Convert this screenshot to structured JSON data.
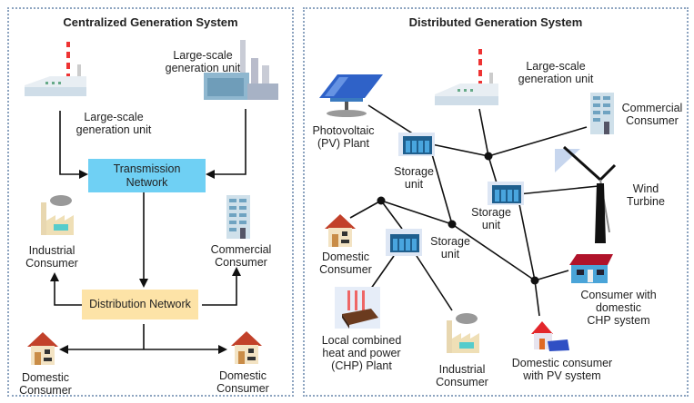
{
  "left": {
    "title": "Centralized Generation System",
    "gen_unit_1": [
      "Large-scale",
      "generation unit"
    ],
    "gen_unit_2": [
      "Large-scale",
      "generation unit"
    ],
    "transmission": [
      "Transmission",
      "Network"
    ],
    "distribution": "Distribution Network",
    "industrial": [
      "Industrial",
      "Consumer"
    ],
    "commercial": [
      "Commercial",
      "Consumer"
    ],
    "domestic_1": [
      "Domestic",
      "Consumer"
    ],
    "domestic_2": [
      "Domestic",
      "Consumer"
    ]
  },
  "right": {
    "title": "Distributed Generation System",
    "gen_unit": [
      "Large-scale",
      "generation unit"
    ],
    "pv_plant": [
      "Photovoltaic",
      "(PV) Plant"
    ],
    "commercial": [
      "Commercial",
      "Consumer"
    ],
    "wind": [
      "Wind",
      "Turbine"
    ],
    "storage_1": [
      "Storage",
      "unit"
    ],
    "storage_2": [
      "Storage",
      "unit"
    ],
    "storage_3": [
      "Storage",
      "unit"
    ],
    "domestic": [
      "Domestic",
      "Consumer"
    ],
    "chp_plant": [
      "Local combined",
      "heat and power",
      "(CHP) Plant"
    ],
    "industrial": [
      "Industrial",
      "Consumer"
    ],
    "domestic_pv": [
      "Domestic consumer",
      "with PV system"
    ],
    "chp_consumer": [
      "Consumer with",
      "domestic",
      "CHP system"
    ]
  },
  "colors": {
    "transmission": "#6fd0f4",
    "distribution": "#fde3a7",
    "border": "#8da4c0",
    "line": "#111111"
  }
}
